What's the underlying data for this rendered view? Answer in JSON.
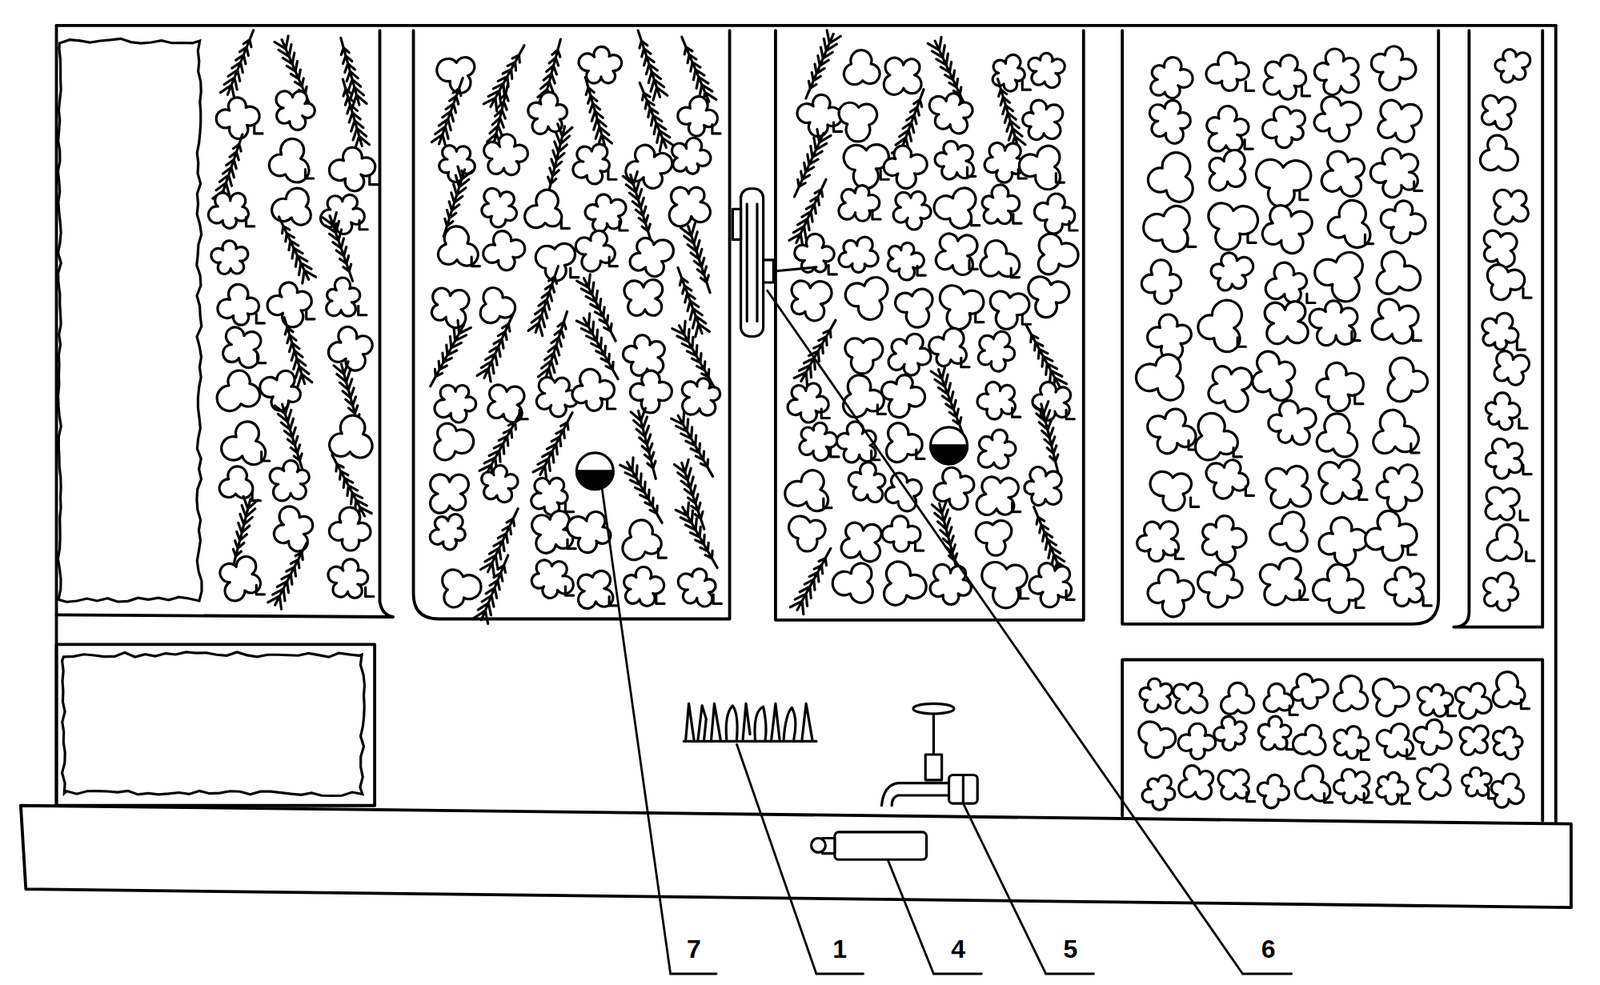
{
  "diagram": {
    "labels": [
      "7",
      "1",
      "4",
      "5",
      "6"
    ]
  }
}
